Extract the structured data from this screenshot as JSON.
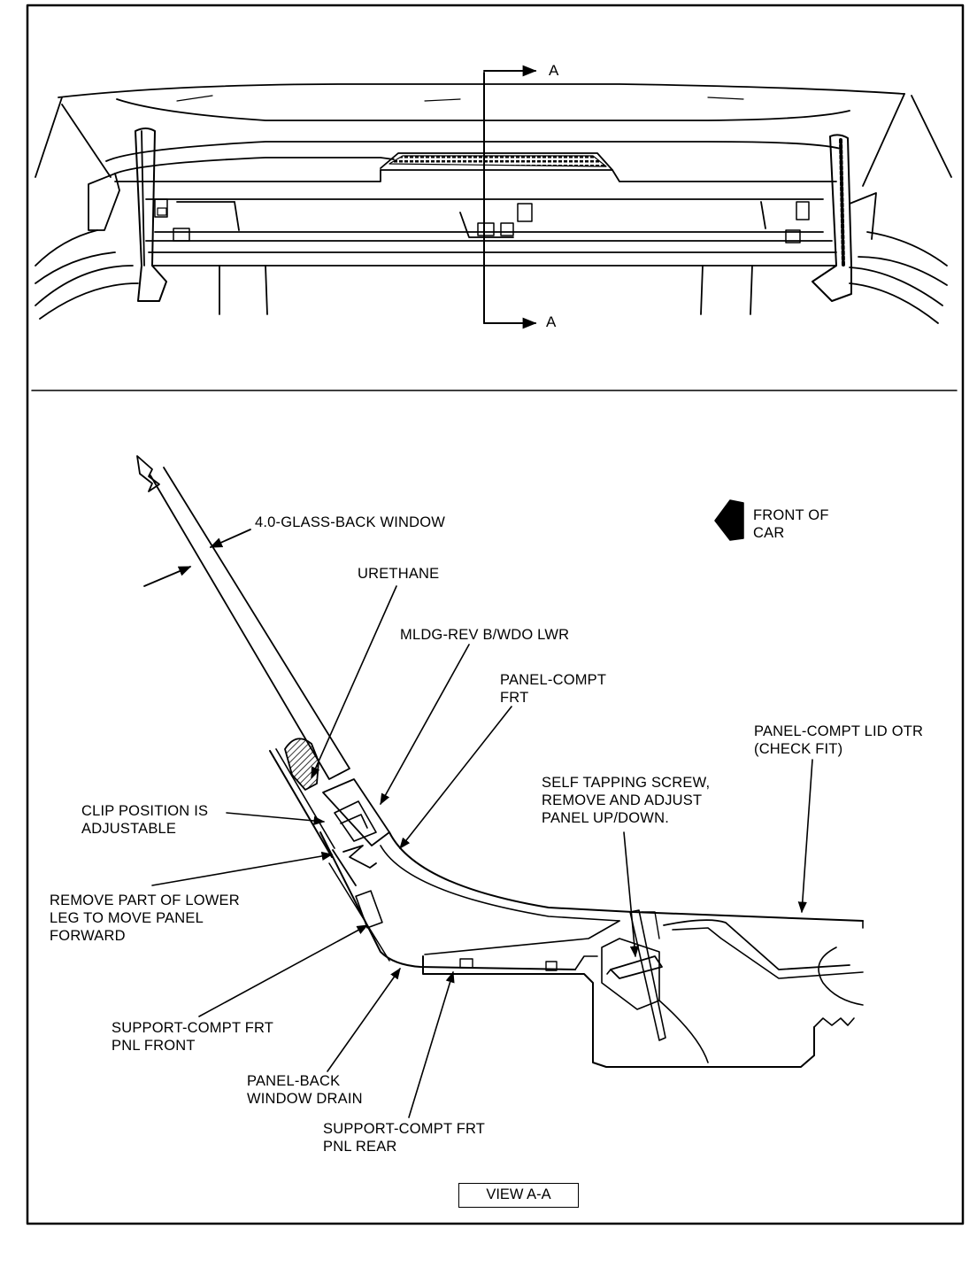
{
  "section_marks": {
    "top": "A",
    "bottom": "A"
  },
  "labels": {
    "glass": "4.0-GLASS-BACK WINDOW",
    "front_of_car": "FRONT OF\nCAR",
    "urethane": "URETHANE",
    "mldg": "MLDG-REV B/WDO LWR",
    "panel_compt_frt": "PANEL-COMPT\nFRT",
    "panel_compt_lid": "PANEL-COMPT LID OTR\n(CHECK FIT)",
    "self_tapping": "SELF TAPPING SCREW,\nREMOVE AND ADJUST\nPANEL UP/DOWN.",
    "clip_position": "CLIP POSITION IS\nADJUSTABLE",
    "remove_part": "REMOVE PART OF LOWER\nLEG TO MOVE PANEL\nFORWARD",
    "support_front": "SUPPORT-COMPT FRT\nPNL FRONT",
    "panel_back": "PANEL-BACK\nWINDOW DRAIN",
    "support_rear": "SUPPORT-COMPT FRT\nPNL REAR"
  },
  "view_label": "VIEW A-A"
}
